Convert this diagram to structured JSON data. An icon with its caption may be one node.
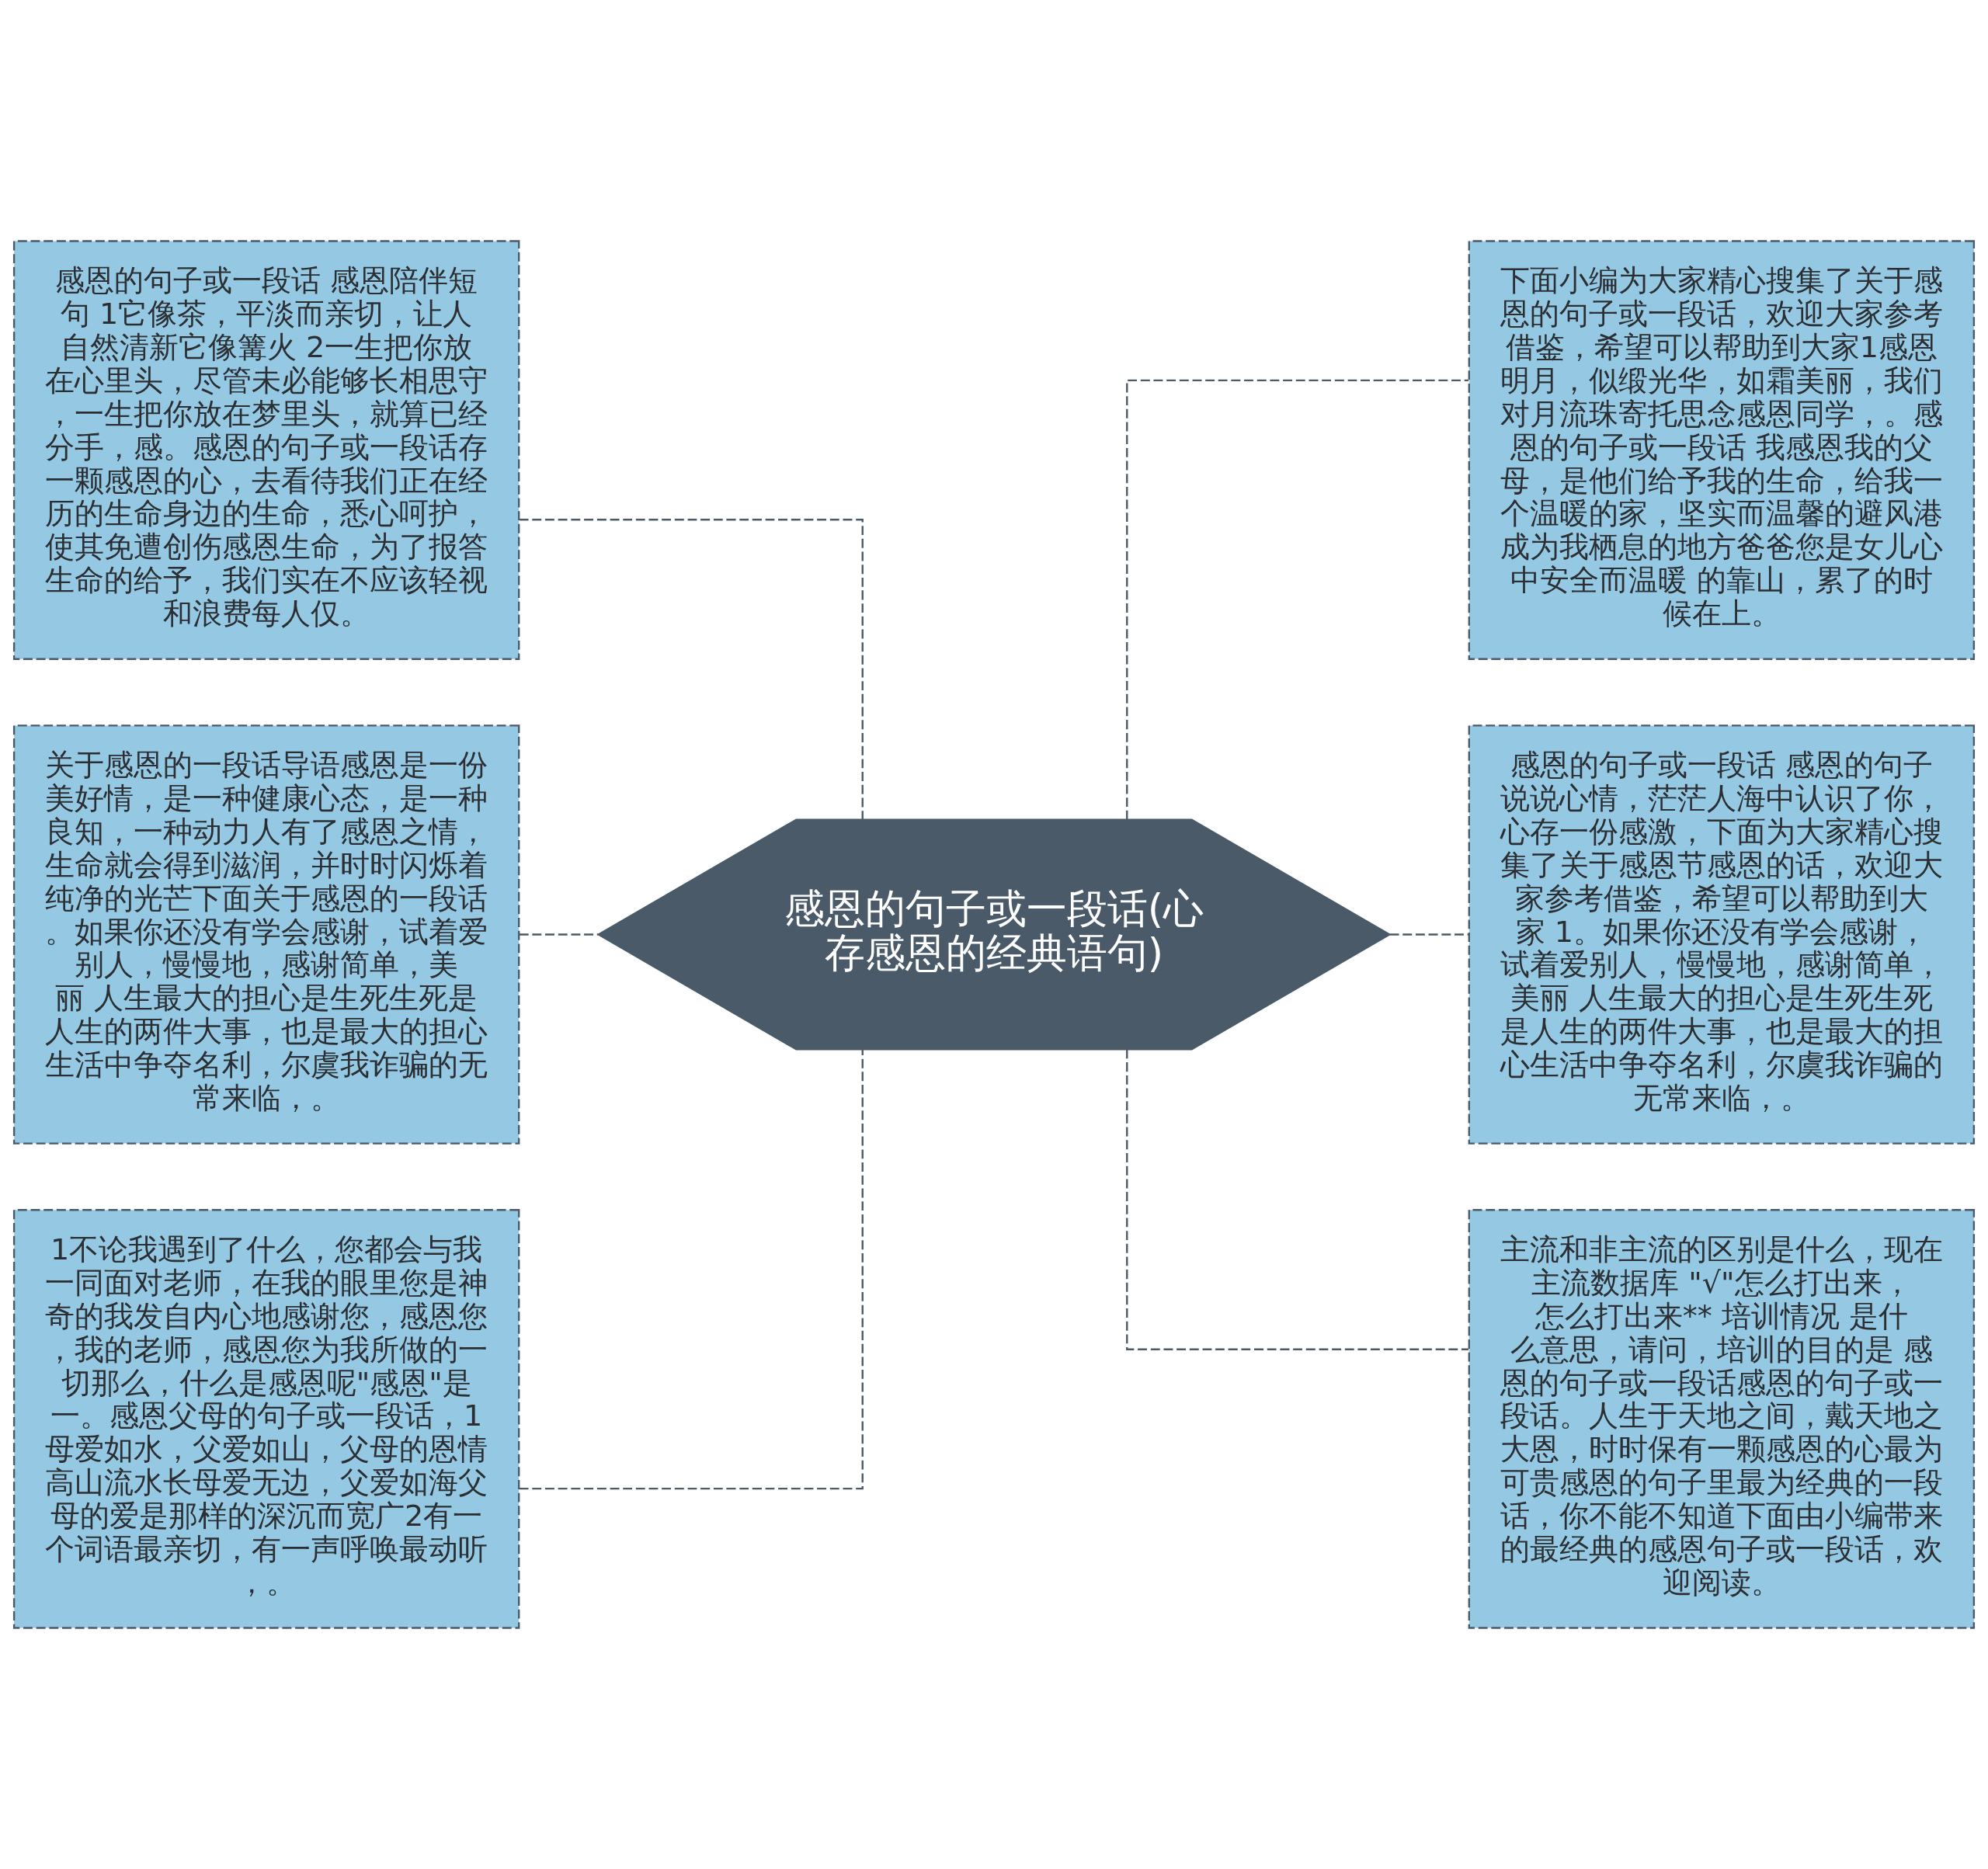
{
  "diagram": {
    "nodes": [
      {
        "text": [
          "感恩的句子或一段话(心存感恩的经典语句)"
        ]
      },
      {
        "text": [
          "感恩的句子或一段话 感恩陪伴短句 1它像茶，平淡而亲切，让人自然清新它像篝火 2一生把你放在心里头，尽管未必能够长相思守，一生把你放在梦里头，就算已经分手，感。感恩的句子或一段话存一颗感恩的心，去看待我们正在经历的生命身边的生命，悉心呵护，使其免遭创伤感恩生命，为了报答生命的给予，我们实在不应该轻视和浪费每人仅。"
        ]
      },
      {
        "text": [
          "关于感恩的一段话导语感恩是一份美好情，是一种健康心态，是一种良知，一种动力人有了感恩之情，生命就会得到滋润，并时时闪烁着纯净的光芒下面关于感恩的一段话。如果你还没有学会感谢，试着爱别人，慢慢地，感谢简单，美丽 人生最大的担心是生死生死是人生的两件大事，也是最大的担心生活中争夺名利，尔虞我诈骗的无常来临，。"
        ]
      },
      {
        "text": [
          "1不论我遇到了什么，您都会与我一同面对老师，在我的眼里您是神奇的我发自内心地感谢您，感恩您，我的老师，感恩您为我所做的一切那么，什么是感恩呢\"感恩\"是一。感恩父母的句子或一段话，1母爱如水，父爱如山，父母的恩情高山流水长母爱无边，父爱如海父母的爱是那样的深沉而宽广2有一个词语最亲切，有一声呼唤最动听，。"
        ]
      },
      {
        "text": [
          "下面小编为大家精心搜集了关于感恩的句子或一段话，欢迎大家参考借鉴，希望可以帮助到大家1感恩明月，似缎光华，如霜美丽，我们对月流珠寄托思念感恩同学，。感恩的句子或一段话 我感恩我的父母，是他们给予我的生命，给我一个温暖的家，坚实而温馨的避风港成为我栖息的地方爸爸您是女儿心中安全而温暖 的靠山，累了的时候在上。"
        ]
      },
      {
        "text": [
          "感恩的句子或一段话 感恩的句子说说心情，茫茫人海中认识了你，心存一份感激，下面为大家精心搜集了关于感恩节感恩的话，欢迎大家参考借鉴，希望可以帮助到大家 1。如果你还没有学会感谢，试着爱别人，慢慢地，感谢简单，美丽 人生最大的担心是生死生死是人生的两件大事，也是最大的担心生活中争夺名利，尔虞我诈骗的无常来临，。"
        ]
      },
      {
        "text": [
          "主流和非主流的区别是什么，现在主流数据库 \"√\"怎么打出来，怎么打出来** 培训情况 是什么意思，请问，培训的目的是 感恩的句子或一段话感恩的句子或一段话。人生于天地之间，戴天地之大恩，时时保有一颗感恩的心最为可贵感恩的句子里最为经典的一段话，你不能不知道下面由小编带来的最经典的感恩句子或一段话，欢迎阅读。"
        ]
      }
    ],
    "edges": [
      {
        "from": 0,
        "to": 1,
        "arrow": "none",
        "style": "dashed"
      },
      {
        "from": 0,
        "to": 2,
        "arrow": "none",
        "style": "dashed"
      },
      {
        "from": 0,
        "to": 3,
        "arrow": "none",
        "style": "dashed"
      },
      {
        "from": 0,
        "to": 4,
        "arrow": "none",
        "style": "dashed"
      },
      {
        "from": 0,
        "to": 5,
        "arrow": "none",
        "style": "dashed"
      },
      {
        "from": 0,
        "to": 6,
        "arrow": "none",
        "style": "dashed"
      }
    ]
  }
}
